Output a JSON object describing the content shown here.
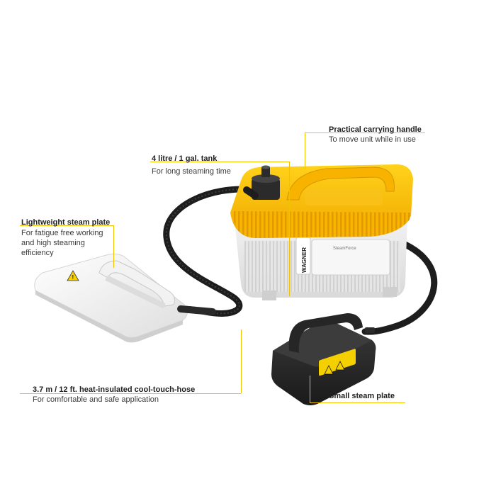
{
  "brand": {
    "logo_text": "WAGNER",
    "model_text": "SteamForce",
    "accent_color": "#f5b800",
    "leader_color": "#f2c200"
  },
  "callouts": {
    "handle": {
      "title": "Practical carrying handle",
      "desc": "To move unit while in use"
    },
    "tank": {
      "title": "4 litre / 1 gal. tank",
      "desc": "For long steaming time"
    },
    "large_plate": {
      "title": "Lightweight steam plate",
      "desc_lines": [
        "For fatigue free working",
        "and high steaming",
        "efficiency"
      ]
    },
    "hose": {
      "title": "3.7 m / 12 ft. heat-insulated cool-touch-hose",
      "desc": "For comfortable and safe application"
    },
    "small_plate": {
      "title": "Small steam plate"
    }
  },
  "icons": [
    "warning-triangle-icon",
    "hot-surface-icon",
    "manual-icon"
  ]
}
